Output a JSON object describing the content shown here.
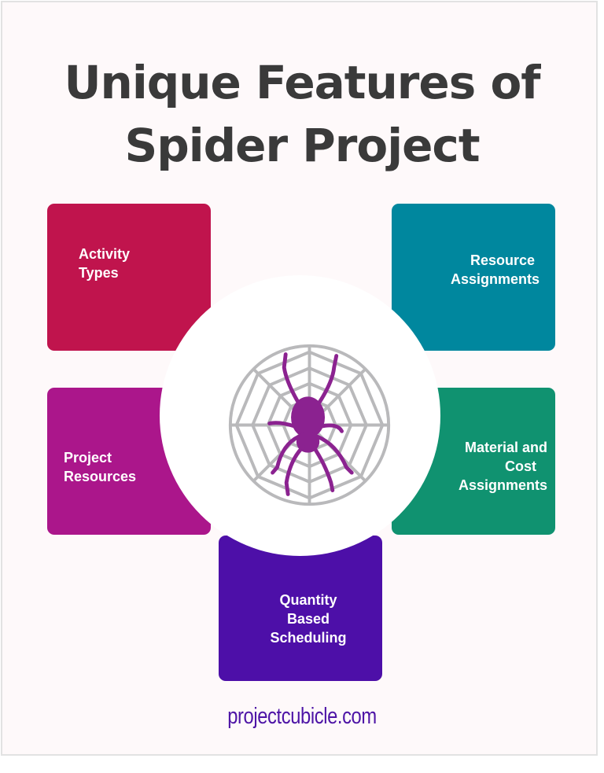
{
  "title": {
    "line1": "Unique Features of",
    "line2": "Spider Project"
  },
  "features": [
    {
      "label_line1": "Activity",
      "label_line2": "Types",
      "color": "#c0144d"
    },
    {
      "label_line1": "Resource",
      "label_line2": "Assignments",
      "color": "#00879e"
    },
    {
      "label_line1": "Project",
      "label_line2": "Resources",
      "color": "#ab168b"
    },
    {
      "label_line1": "Material and",
      "label_line2": "Cost",
      "label_line3": "Assignments",
      "color": "#109270"
    },
    {
      "label_line1": "Quantity",
      "label_line2": "Based",
      "label_line3": "Scheduling",
      "color": "#4d0fa8"
    }
  ],
  "center": {
    "icon": "spider-web-icon",
    "spider_color": "#8b2290",
    "web_color": "#b9b9bb"
  },
  "footer": {
    "text": "projectcubicle.com",
    "color": "#4d14a6"
  },
  "colors": {
    "background": "#fef9fa",
    "title": "#3a3a3a"
  }
}
